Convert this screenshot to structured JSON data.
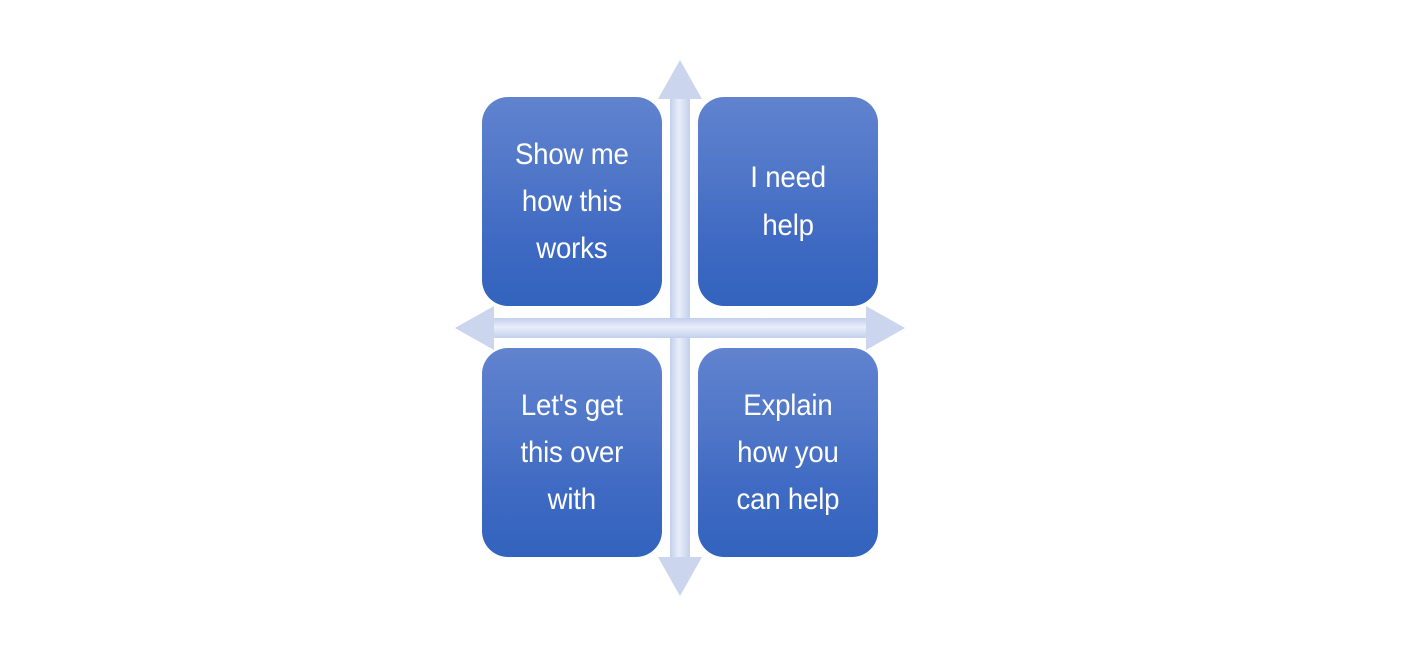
{
  "diagram": {
    "type": "2x2-quadrant-matrix",
    "background_color": "#ffffff",
    "axis_color": "#ccd5ee",
    "box_gradient_top": "#6183cf",
    "box_gradient_bottom": "#3263bd",
    "box_text_color": "#ffffff",
    "axes": {
      "vertical": {
        "name": "vertical-axis",
        "has_arrow_top": true,
        "has_arrow_bottom": true
      },
      "horizontal": {
        "name": "horizontal-axis",
        "has_arrow_left": true,
        "has_arrow_right": true
      }
    },
    "quadrants": [
      {
        "id": "top-left",
        "label": "Show me\nhow this\nworks"
      },
      {
        "id": "top-right",
        "label": "I need\nhelp"
      },
      {
        "id": "bottom-left",
        "label": "Let's get\nthis over\nwith"
      },
      {
        "id": "bottom-right",
        "label": "Explain\nhow you\ncan help"
      }
    ]
  }
}
